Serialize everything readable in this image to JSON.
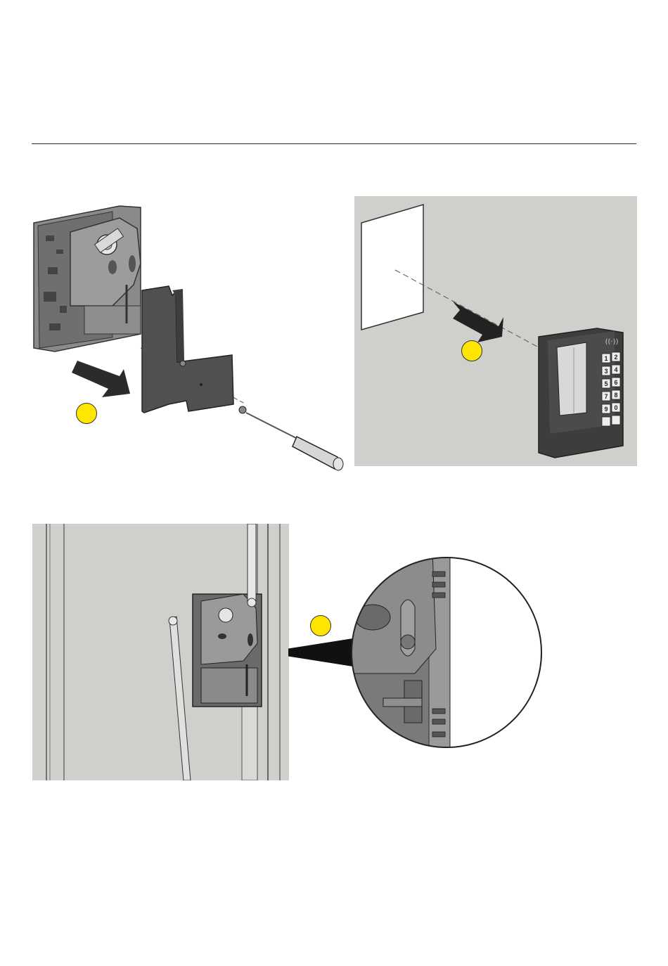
{
  "page": {
    "background": "#ffffff",
    "callout_color": "#ffe600"
  },
  "figures": [
    {
      "id": "step-1",
      "callout_label": "",
      "icons": [
        "lock-module-icon",
        "bracket-icon",
        "screwdriver-icon",
        "arrow-right-icon"
      ]
    },
    {
      "id": "step-2",
      "callout_label": "",
      "icons": [
        "wall-cutout-icon",
        "keypad-reader-icon",
        "arrow-left-icon"
      ]
    },
    {
      "id": "step-3",
      "callout_label": "",
      "icons": [
        "door-frame-icon",
        "lever-handle-icon",
        "installed-lock-icon"
      ]
    },
    {
      "id": "detail",
      "icons": [
        "magnifier-detail-icon"
      ]
    }
  ],
  "keypad": {
    "keys": [
      "1",
      "2",
      "3",
      "4",
      "5",
      "6",
      "7",
      "8",
      "9",
      "0"
    ]
  }
}
